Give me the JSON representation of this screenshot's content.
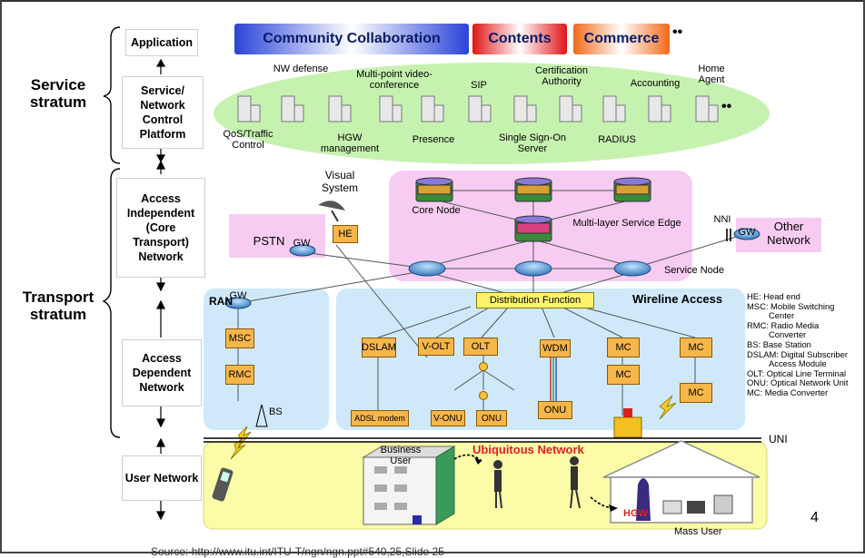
{
  "left": {
    "application": "Application",
    "service_platform": "Service/ Network Control Platform",
    "service_stratum": "Service stratum",
    "access_independent": "Access Independent (Core Transport) Network",
    "transport_stratum": "Transport stratum",
    "access_dependent": "Access Dependent Network",
    "user_network": "User Network"
  },
  "banners": {
    "community": "Community Collaboration",
    "contents": "Contents",
    "commerce": "Commerce",
    "dots": "••"
  },
  "service_labels": {
    "nw_defense": "NW defense",
    "multipoint": "Multi-point video-conference",
    "sip": "SIP",
    "cert": "Certification Authority",
    "accounting": "Accounting",
    "home_agent": "Home Agent",
    "qos": "QoS/Traffic Control",
    "hgw_mgmt": "HGW management",
    "presence": "Presence",
    "sso": "Single Sign-On Server",
    "radius": "RADIUS",
    "server_dots": "••"
  },
  "core": {
    "visual_system": "Visual System",
    "he": "HE",
    "core_node": "Core Node",
    "multi_layer": "Multi-layer Service Edge",
    "pstn": "PSTN",
    "gw_left": "GW",
    "gw_right": "GW",
    "nni": "NNI",
    "other_network": "Other Network",
    "service_node": "Service Node"
  },
  "ran": {
    "title": "RAN",
    "gw": "GW",
    "msc": "MSC",
    "rmc": "RMC",
    "bs": "BS"
  },
  "wireline": {
    "title": "Wireline Access",
    "distribution": "Distribution Function",
    "dslam": "DSLAM",
    "volt": "V-OLT",
    "olt": "OLT",
    "wdm": "WDM",
    "mc1": "MC",
    "mc2": "MC",
    "mc3": "MC",
    "mc4": "MC",
    "adsl": "ADSL modem",
    "vonu": "V-ONU",
    "onu1": "ONU",
    "onu2": "ONU"
  },
  "uni": "UNI",
  "user": {
    "ubiquitous": "Ubiquitous Network",
    "business_user": "Business User",
    "hgw": "HGW",
    "mass_user": "Mass User"
  },
  "legend": [
    "HE: Head end",
    "MSC: Mobile Switching",
    "      Center",
    "RMC: Radio Media",
    "      Converter",
    "BS: Base Station",
    "DSLAM: Digital Subscriber",
    "      Access Module",
    "OLT: Optical Line Terminal",
    "ONU: Optical Network Unit",
    "MC: Media Converter"
  ],
  "slide_number": "4",
  "source": "Source: http://www.itu.int/ITU-T/ngn/ngn.ppt#540,25,Slide 25",
  "colors": {
    "service_cloud": "#c6f2b0",
    "core_pink": "#f8ccf2",
    "access_blue": "#cfe9fb",
    "user_yellow": "#fbfba8",
    "box_orange": "#f6b64a",
    "banner_blue": "#3a62e6",
    "banner_red": "#e52424",
    "banner_orange": "#f07b2e"
  }
}
